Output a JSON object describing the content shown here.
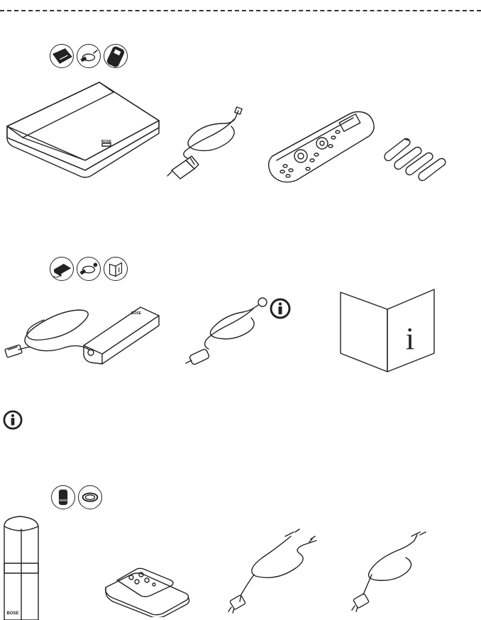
{
  "brand": {
    "label": "BOSE"
  },
  "sections": [
    {
      "id": "console",
      "icons": [
        "console-thumb-icon",
        "hdmi-cable-thumb-icon",
        "remote-thumb-icon"
      ],
      "items": [
        "console-unit",
        "hdmi-cable",
        "universal-remote",
        "aaa-batteries"
      ]
    },
    {
      "id": "power",
      "icons": [
        "power-supply-thumb-icon",
        "power-cord-thumb-icon",
        "manual-thumb-icon"
      ],
      "items": [
        "power-supply",
        "ac-power-cord",
        "owners-guide"
      ]
    },
    {
      "id": "speakers",
      "icons": [
        "speaker-thumb-icon",
        "speaker-cable-thumb-icon"
      ],
      "items": [
        "speaker-array",
        "speaker-base",
        "speaker-cable-dual",
        "speaker-cable-single"
      ]
    }
  ],
  "manual": {
    "info_letter": "i"
  },
  "colors": {
    "line": "#222222",
    "console_top": "#bdbdbd",
    "speaker_band": "#bdbdbd"
  }
}
